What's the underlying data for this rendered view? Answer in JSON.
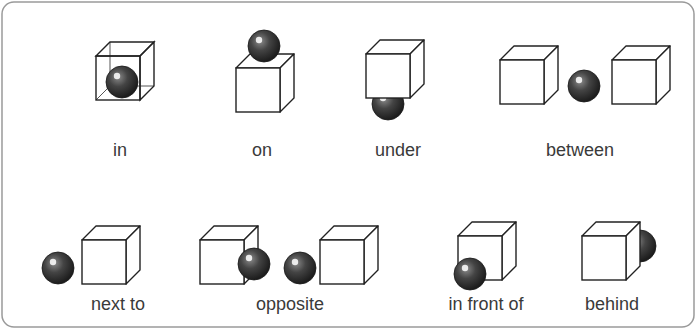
{
  "diagram": {
    "labels": [
      "in",
      "on",
      "under",
      "between",
      "next to",
      "opposite",
      "in front of",
      "behind"
    ]
  }
}
